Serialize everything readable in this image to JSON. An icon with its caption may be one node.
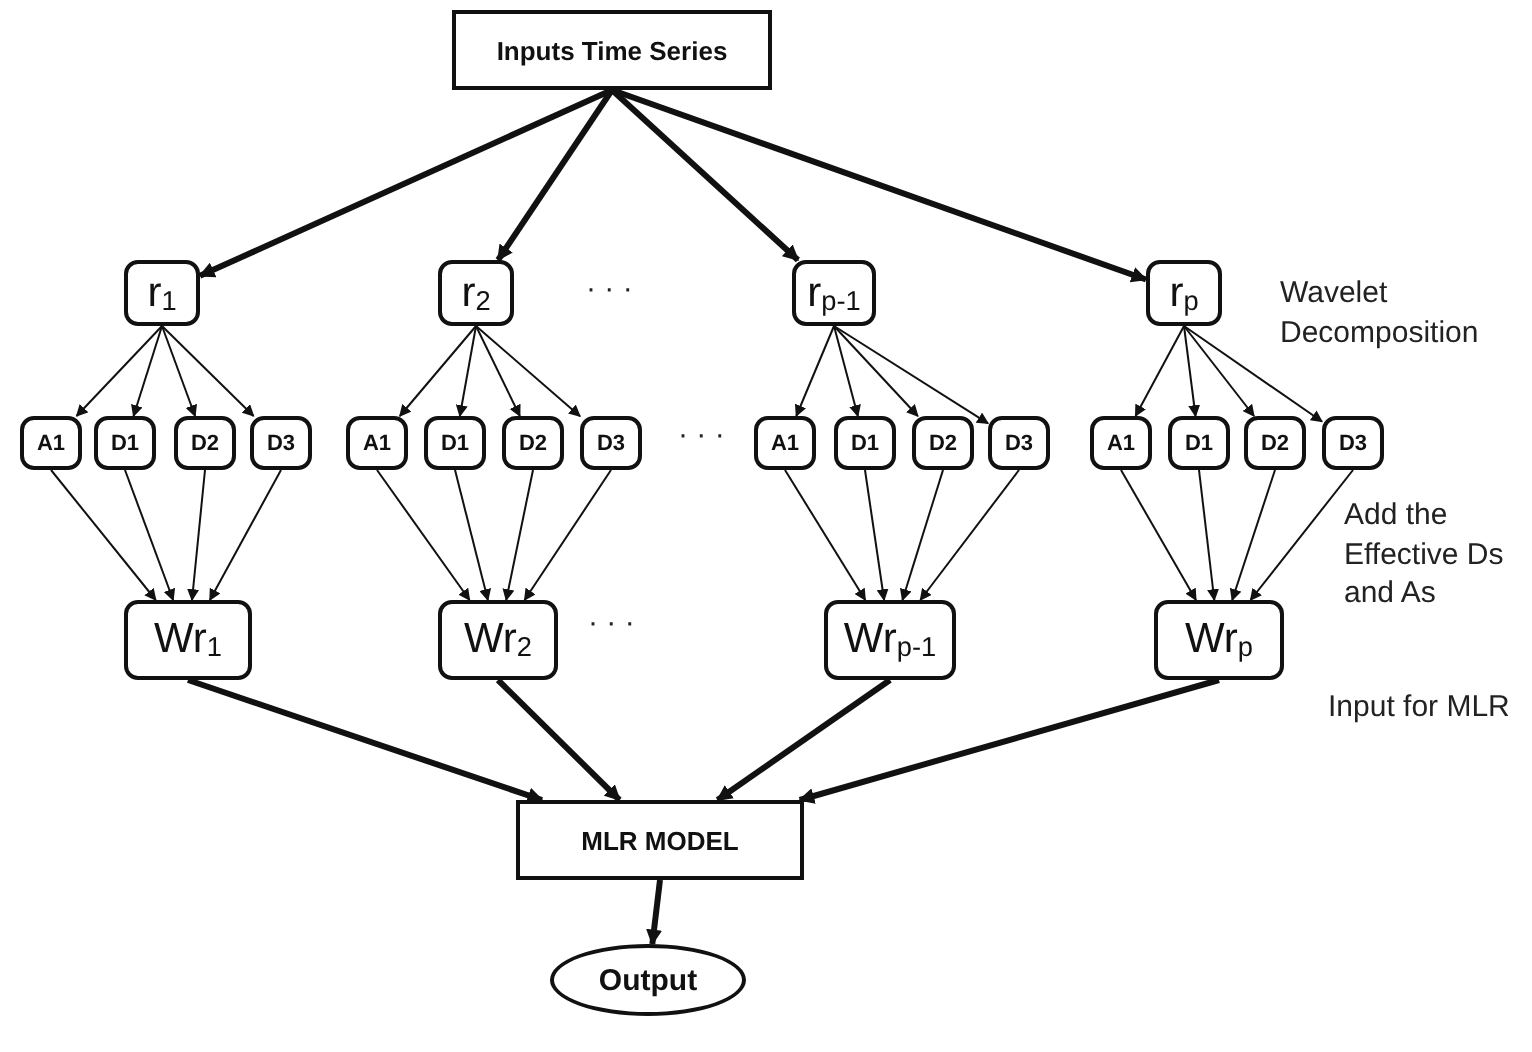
{
  "diagram": {
    "nodes": [
      {
        "text": [
          "Inputs Time Series"
        ]
      },
      {
        "text": [
          "r$_{1}$"
        ]
      },
      {
        "text": [
          "r$_{2}$"
        ]
      },
      {
        "text": [
          "r$_{p-1}$"
        ]
      },
      {
        "text": [
          "r$_{p}$"
        ]
      },
      {
        "text": [
          "A1"
        ]
      },
      {
        "text": [
          "D1"
        ]
      },
      {
        "text": [
          "D2"
        ]
      },
      {
        "text": [
          "D3"
        ]
      },
      {
        "text": [
          "A1"
        ]
      },
      {
        "text": [
          "D1"
        ]
      },
      {
        "text": [
          "D2"
        ]
      },
      {
        "text": [
          "D3"
        ]
      },
      {
        "text": [
          "A1"
        ]
      },
      {
        "text": [
          "D1"
        ]
      },
      {
        "text": [
          "D2"
        ]
      },
      {
        "text": [
          "D3"
        ]
      },
      {
        "text": [
          "A1"
        ]
      },
      {
        "text": [
          "D1"
        ]
      },
      {
        "text": [
          "D2"
        ]
      },
      {
        "text": [
          "D3"
        ]
      },
      {
        "text": [
          "Wr$_{1}$"
        ]
      },
      {
        "text": [
          "Wr$_{2}$"
        ]
      },
      {
        "text": [
          "Wr$_{p-1}$"
        ]
      },
      {
        "text": [
          "Wr$_{p}$"
        ]
      },
      {
        "text": [
          "MLR MODEL"
        ]
      },
      {
        "text": [
          "Output"
        ]
      }
    ],
    "edges": [
      {
        "from": 0,
        "to": 1,
        "arrow": "to",
        "style": "thick"
      },
      {
        "from": 0,
        "to": 2,
        "arrow": "to",
        "style": "thick"
      },
      {
        "from": 0,
        "to": 3,
        "arrow": "to",
        "style": "thick"
      },
      {
        "from": 0,
        "to": 4,
        "arrow": "to",
        "style": "thick"
      },
      {
        "from": 1,
        "to": 5,
        "arrow": "to"
      },
      {
        "from": 1,
        "to": 6,
        "arrow": "to"
      },
      {
        "from": 1,
        "to": 7,
        "arrow": "to"
      },
      {
        "from": 1,
        "to": 8,
        "arrow": "to"
      },
      {
        "from": 2,
        "to": 9,
        "arrow": "to"
      },
      {
        "from": 2,
        "to": 10,
        "arrow": "to"
      },
      {
        "from": 2,
        "to": 11,
        "arrow": "to"
      },
      {
        "from": 2,
        "to": 12,
        "arrow": "to"
      },
      {
        "from": 3,
        "to": 13,
        "arrow": "to"
      },
      {
        "from": 3,
        "to": 14,
        "arrow": "to"
      },
      {
        "from": 3,
        "to": 15,
        "arrow": "to"
      },
      {
        "from": 3,
        "to": 16,
        "arrow": "to"
      },
      {
        "from": 4,
        "to": 17,
        "arrow": "to"
      },
      {
        "from": 4,
        "to": 18,
        "arrow": "to"
      },
      {
        "from": 4,
        "to": 19,
        "arrow": "to"
      },
      {
        "from": 4,
        "to": 20,
        "arrow": "to"
      },
      {
        "from": 5,
        "to": 21,
        "arrow": "to"
      },
      {
        "from": 6,
        "to": 21,
        "arrow": "to"
      },
      {
        "from": 7,
        "to": 21,
        "arrow": "to"
      },
      {
        "from": 8,
        "to": 21,
        "arrow": "to"
      },
      {
        "from": 9,
        "to": 22,
        "arrow": "to"
      },
      {
        "from": 10,
        "to": 22,
        "arrow": "to"
      },
      {
        "from": 11,
        "to": 22,
        "arrow": "to"
      },
      {
        "from": 12,
        "to": 22,
        "arrow": "to"
      },
      {
        "from": 13,
        "to": 23,
        "arrow": "to"
      },
      {
        "from": 14,
        "to": 23,
        "arrow": "to"
      },
      {
        "from": 15,
        "to": 23,
        "arrow": "to"
      },
      {
        "from": 16,
        "to": 23,
        "arrow": "to"
      },
      {
        "from": 17,
        "to": 24,
        "arrow": "to"
      },
      {
        "from": 18,
        "to": 24,
        "arrow": "to"
      },
      {
        "from": 19,
        "to": 24,
        "arrow": "to"
      },
      {
        "from": 20,
        "to": 24,
        "arrow": "to"
      },
      {
        "from": 21,
        "to": 25,
        "arrow": "to",
        "style": "thick"
      },
      {
        "from": 22,
        "to": 25,
        "arrow": "to",
        "style": "thick"
      },
      {
        "from": 23,
        "to": 25,
        "arrow": "to",
        "style": "thick"
      },
      {
        "from": 24,
        "to": 25,
        "arrow": "to",
        "style": "thick"
      },
      {
        "from": 25,
        "to": 26,
        "arrow": "to",
        "style": "thick"
      }
    ],
    "labels": [
      "· · ·",
      "Wavelet Decomposition",
      "· · ·",
      "Add the Effective Ds and As",
      "· · ·",
      "Input for MLR"
    ]
  }
}
